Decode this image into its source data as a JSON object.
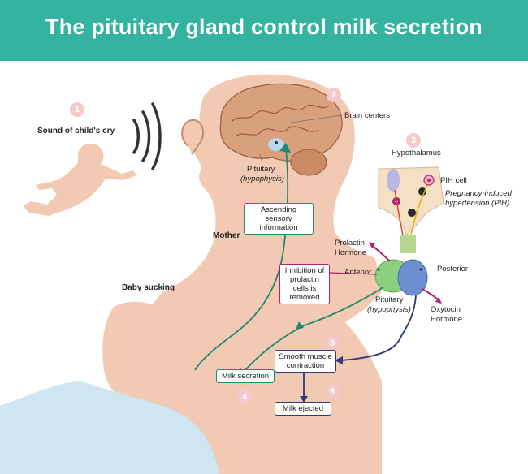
{
  "title": "The pituitary gland control milk secretion",
  "labels": {
    "sound": "Sound of child's cry",
    "brain_centers": "Brain centers",
    "pituitary_top": "Pituitary",
    "hypophysis_top": "(hypophysis)",
    "mother": "Mother",
    "baby_sucking": "Baby sucking",
    "hypothalamus": "Hypothalamus",
    "pih_cell": "PIH cell",
    "pih_desc_1": "Pregnancy-induced",
    "pih_desc_2": "hypertension (PIH)",
    "prolactin_1": "Prolactin",
    "prolactin_2": "Hormone",
    "anterior": "Anterior",
    "posterior": "Posterior",
    "pituitary_bottom": "Pituitary",
    "hypophysis_bottom": "(hypophysis)",
    "oxytocin_1": "Oxytocin",
    "oxytocin_2": "Hormone"
  },
  "boxes": {
    "ascending": "Ascending sensory information",
    "inhibition": "Inhibition of prolactin cells is removed",
    "smooth": "Smooth muscle contraction",
    "milk_secretion": "Milk secretion",
    "milk_ejected": "Milk ejected"
  },
  "steps": [
    "1",
    "2",
    "3",
    "4",
    "5",
    "6"
  ],
  "colors": {
    "title_bg": "#34b3a0",
    "skin": "#f2c9b3",
    "skin_dark": "#e8b49a",
    "green_path": "#1e8a6e",
    "navy_path": "#2c3a7a",
    "magenta": "#b0236e",
    "step_circle": "#f4c9cc",
    "baby_shirt": "#cfe6f2"
  }
}
